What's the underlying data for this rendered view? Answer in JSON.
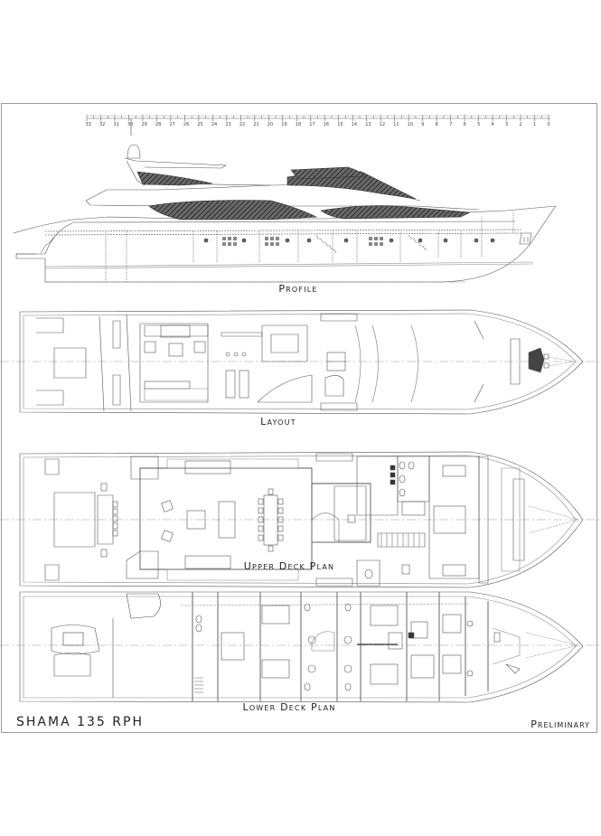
{
  "drawing": {
    "title": "SHAMA 135 RPH",
    "status": "Preliminary",
    "views": [
      {
        "id": "profile",
        "label": "Profile"
      },
      {
        "id": "layout",
        "label": "Layout"
      },
      {
        "id": "upper_deck",
        "label": "Upper Deck Plan"
      },
      {
        "id": "lower_deck",
        "label": "Lower Deck Plan"
      }
    ],
    "ruler": {
      "ticks": [
        "33",
        "32",
        "31",
        "30",
        "29",
        "28",
        "27",
        "26",
        "25",
        "24",
        "23",
        "22",
        "21",
        "20",
        "19",
        "18",
        "17",
        "16",
        "15",
        "14",
        "13",
        "12",
        "11",
        "10",
        "9",
        "8",
        "7",
        "6",
        "5",
        "4",
        "3",
        "2",
        "1",
        "0"
      ]
    }
  },
  "colors": {
    "line": "#555555",
    "line_light": "#8a8a8a",
    "glass_hatch": "#3a3a3a",
    "frame": "#9a9a9a",
    "text": "#222222"
  }
}
